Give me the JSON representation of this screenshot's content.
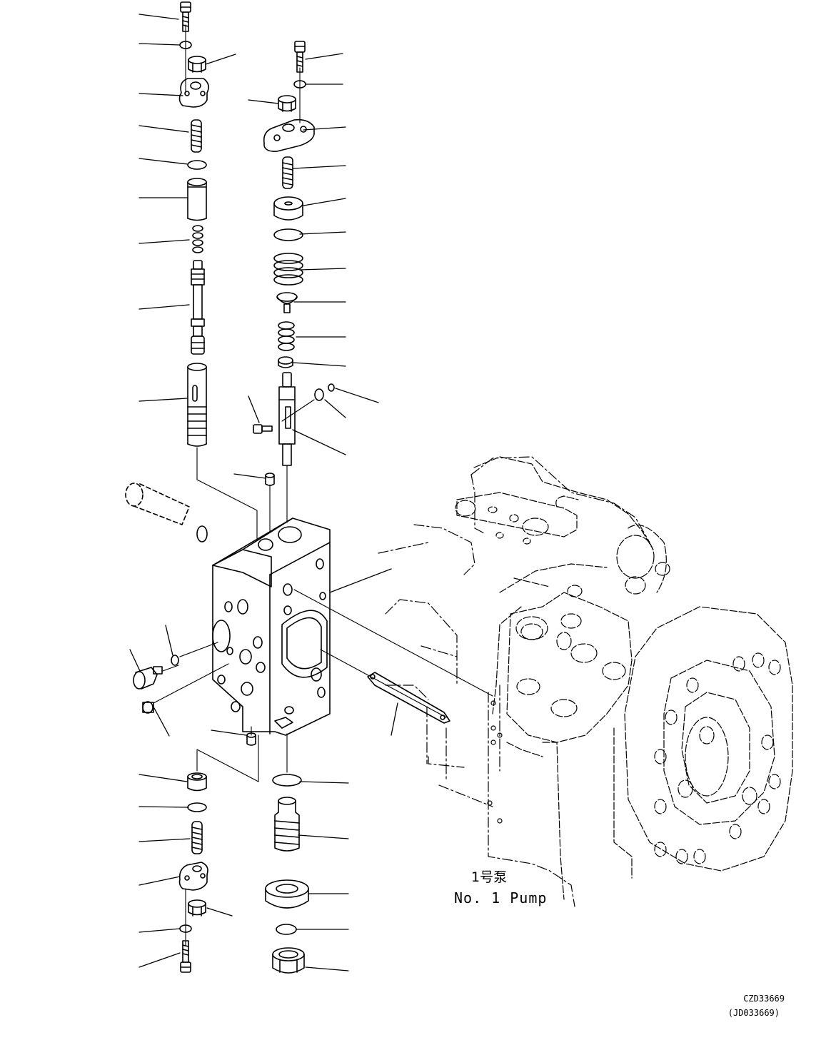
{
  "drawing": {
    "pump_label_jp": "1号泵",
    "pump_label_en": "No. 1 Pump",
    "drawing_code": "CZD33669",
    "drawing_code_alt": "(JD033669)"
  },
  "colors": {
    "line": "#000000",
    "background": "#ffffff"
  }
}
